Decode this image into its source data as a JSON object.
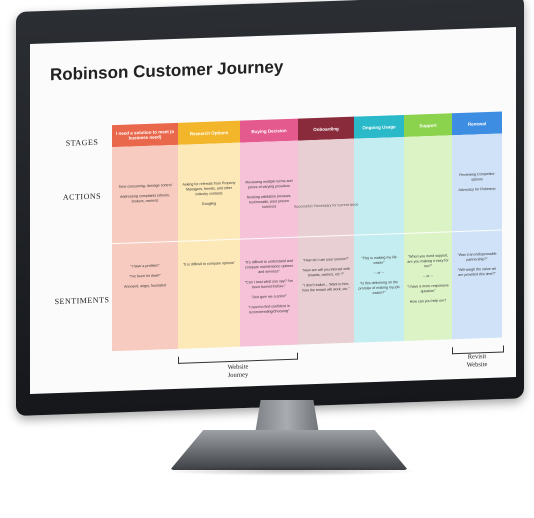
{
  "title": "Robinson Customer Journey",
  "row_labels": {
    "stages": "STAGES",
    "actions": "ACTIONS",
    "sentiments": "SENTIMENTS"
  },
  "columns": [
    {
      "stage": "I need a solution to meet (a business need)",
      "head_color": "#e9684b",
      "body_color": "#f8cbc0",
      "action": "Time consuming, damage control\n\nAddressing complaints (sheets, brokers, owners)",
      "sentiment": "\"I have a problem\"\n\n\"I've been let down\"\n\nAnnoyed, angry, frustrated"
    },
    {
      "stage": "Research Options",
      "head_color": "#f3b62b",
      "body_color": "#fde9b8",
      "action": "Asking for referrals from Property Managers, friends, and other industry contacts\n\nGoogling",
      "sentiment": "\"It is difficult to compare options\""
    },
    {
      "stage": "Buying Decision",
      "head_color": "#e45a8e",
      "body_color": "#f6c2d7",
      "action": "Reviewing multiple terms and prices of varying providers\n\nSeeking validation (reviews, testimonials, past proven success)",
      "sentiment": "\"It's difficult to understand and compare maintenance options and services\"\n\n\"Can I trust what you say? I've been burned before.\"\n\n\"Just give me a price!\"\n\n\"I need to find confident in recommending/choosing\""
    },
    {
      "stage": "Onboarding",
      "head_color": "#8a2b3c",
      "body_color": "#e8cfd3",
      "action": "",
      "sentiment": "\"How do I use your service?\"\n\n\"How are will you interact with tenants, owners, etc.?\"\n\n\"I don't realize... Want to hire, how the tenant will work, etc.\""
    },
    {
      "stage": "Ongoing Usage",
      "head_color": "#2ab9c9",
      "body_color": "#c4edf1",
      "action": "",
      "sentiment": "\"This is making my life easier\"\n\n-- or --\n\n\"Is this delivering on the promise of making my job easier?\""
    },
    {
      "stage": "Support",
      "head_color": "#8bd34d",
      "body_color": "#dcf3c6",
      "action": "",
      "sentiment": "\"When you need support, are you making it easy for me?\"\n\n-- or --\n\n\"I have a more responsive question\"\n\nHow can you help me?"
    },
    {
      "stage": "Renewal",
      "head_color": "#3d8de2",
      "body_color": "#cfe2f7",
      "action": "Reviewing Competitor options\n\nAdvocacy for Robinson",
      "sentiment": "\"Was it an indispensable partnership?\"\n\n\"Will weigh the value we are provided this time?\""
    }
  ],
  "span_action": "Successful / Necessary for current steps",
  "brackets": [
    {
      "label_line1": "Website",
      "label_line2": "Journey"
    },
    {
      "label_line1": "Revisit",
      "label_line2": "Website"
    }
  ],
  "icons": [
    "monitor-stand-icon"
  ]
}
